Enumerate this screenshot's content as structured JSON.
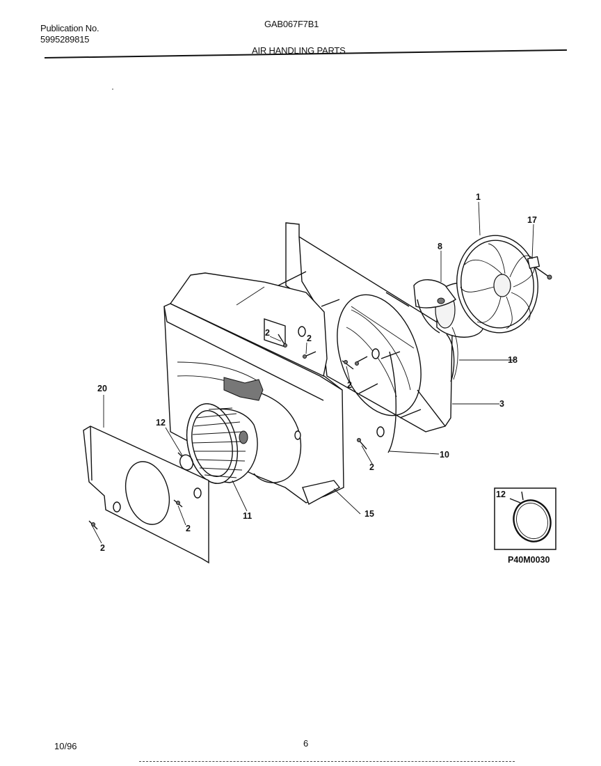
{
  "header": {
    "publication_label": "Publication No.",
    "publication_number": "5995289815",
    "model": "GAB067F7B1",
    "section_title": "AIR HANDLING PARTS"
  },
  "callouts": {
    "c1": "1",
    "c17": "17",
    "c8": "8",
    "c18": "18",
    "c3": "3",
    "c10": "10",
    "c15": "15",
    "c11": "11",
    "c12": "12",
    "c20": "20",
    "c2": "2"
  },
  "inset": {
    "callout": "12",
    "code": "P40M0030"
  },
  "footer": {
    "date": "10/96",
    "page": "6"
  }
}
